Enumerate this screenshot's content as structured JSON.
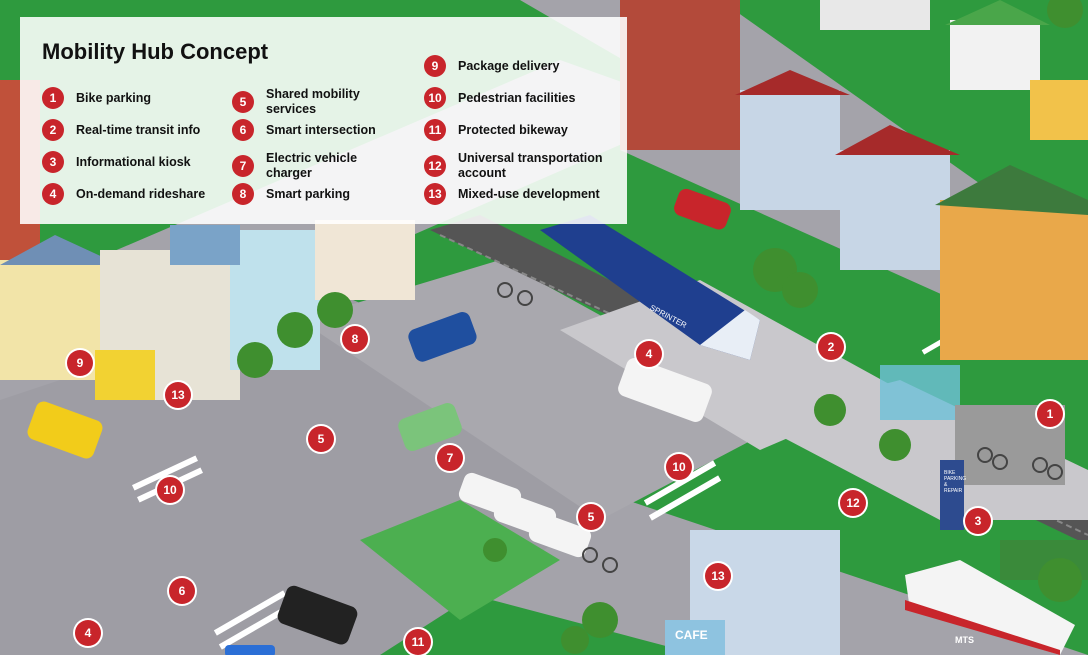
{
  "legend": {
    "title": "Mobility Hub Concept",
    "items": [
      {
        "num": "1",
        "label": "Bike parking"
      },
      {
        "num": "2",
        "label": "Real-time transit info"
      },
      {
        "num": "3",
        "label": "Informational kiosk"
      },
      {
        "num": "4",
        "label": "On-demand rideshare"
      },
      {
        "num": "5",
        "label": "Shared mobility services"
      },
      {
        "num": "6",
        "label": "Smart intersection"
      },
      {
        "num": "7",
        "label": "Electric vehicle charger"
      },
      {
        "num": "8",
        "label": "Smart parking"
      },
      {
        "num": "9",
        "label": "Package delivery"
      },
      {
        "num": "10",
        "label": "Pedestrian facilities"
      },
      {
        "num": "11",
        "label": "Protected bikeway"
      },
      {
        "num": "12",
        "label": "Universal transportation account"
      },
      {
        "num": "13",
        "label": "Mixed-use development"
      }
    ]
  },
  "map_markers": {
    "m1": "1",
    "m2": "2",
    "m3": "3",
    "m4a": "4",
    "m4b": "4",
    "m5a": "5",
    "m5b": "5",
    "m6": "6",
    "m7": "7",
    "m8": "8",
    "m9": "9",
    "m10a": "10",
    "m10b": "10",
    "m11": "11",
    "m12": "12",
    "m13a": "13",
    "m13b": "13"
  },
  "scene_text": {
    "train_label": "SPRINTER",
    "cafe_sign": "CAFE",
    "bus_label": "MTS",
    "bike_shed_sign": "BIKE PARKING & REPAIR"
  },
  "colors": {
    "marker_red": "#c8252b",
    "grass": "#2e9a3e",
    "road": "#9a9aa0"
  }
}
